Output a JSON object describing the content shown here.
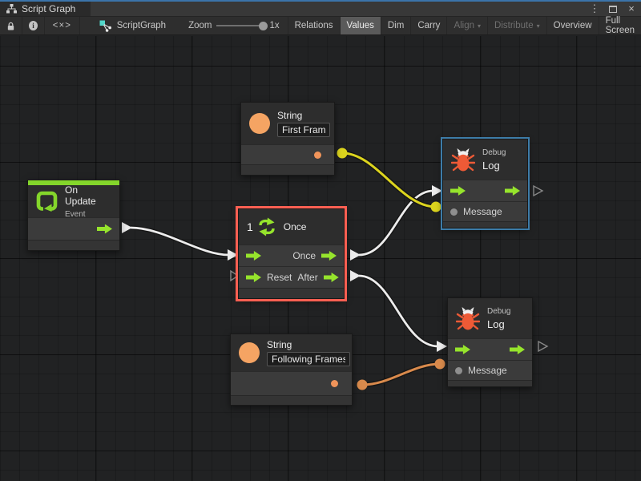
{
  "window": {
    "tab": {
      "title": "Script Graph"
    },
    "controls": {
      "menu": "⋮",
      "close": "×"
    }
  },
  "toolbar": {
    "icons": {
      "lock": "lock-icon",
      "info": "info-icon",
      "code": "code-icon",
      "graph": "script-graph-icon"
    },
    "info_glyph": "i",
    "code_glyph": "<×>",
    "graph_name": "ScriptGraph",
    "zoom_label": "Zoom",
    "zoom_value": "1x",
    "caret": "▾",
    "buttons": [
      {
        "label": "Relations"
      },
      {
        "label": "Values"
      },
      {
        "label": "Dim"
      },
      {
        "label": "Carry"
      },
      {
        "label": "Align"
      },
      {
        "label": "Distribute"
      },
      {
        "label": "Overview"
      },
      {
        "label": "Full Screen"
      }
    ]
  },
  "graph": {
    "nodes": {
      "on_update": {
        "title": "On Update",
        "subtitle": "Event"
      },
      "string_first": {
        "title": "String",
        "value": "First Frame"
      },
      "once": {
        "count": "1",
        "title": "Once",
        "out_once": "Once",
        "in_reset": "Reset",
        "out_after": "After"
      },
      "debug_top": {
        "category": "Debug",
        "title": "Log",
        "message": "Message"
      },
      "debug_bottom": {
        "category": "Debug",
        "title": "Log",
        "message": "Message"
      },
      "string_following": {
        "title": "String",
        "value": "Following Frames"
      }
    },
    "colors": {
      "flow_green": "#96e42c",
      "event_accent": "#84d62b",
      "value_orange": "#f0945a",
      "wire_yellow": "#dcd41e",
      "wire_orange": "#d98a4c",
      "wire_white": "#ececec",
      "selection_red": "#ff5f52",
      "selection_blue": "#3d7ca8"
    }
  }
}
